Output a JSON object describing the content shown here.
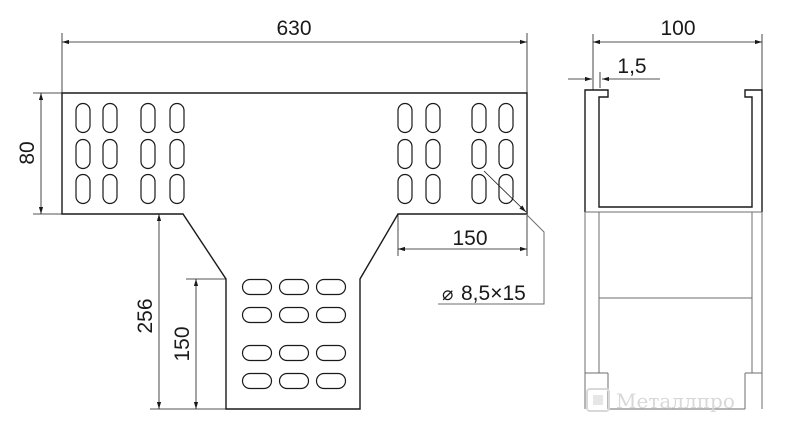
{
  "dimensions": {
    "tee_total_width": "630",
    "arm_height": "80",
    "branch_height": "256",
    "branch_width": "150",
    "branch_neck": "150",
    "profile_width": "100",
    "wall_thickness": "1,5",
    "hole_size": "8,5×15"
  },
  "hole_symbol": "⌀",
  "watermark": "Металлпро",
  "colors": {
    "line": "#1a1a1a",
    "profile_line": "#6e6e6e",
    "watermark": "#d8d8d8"
  }
}
